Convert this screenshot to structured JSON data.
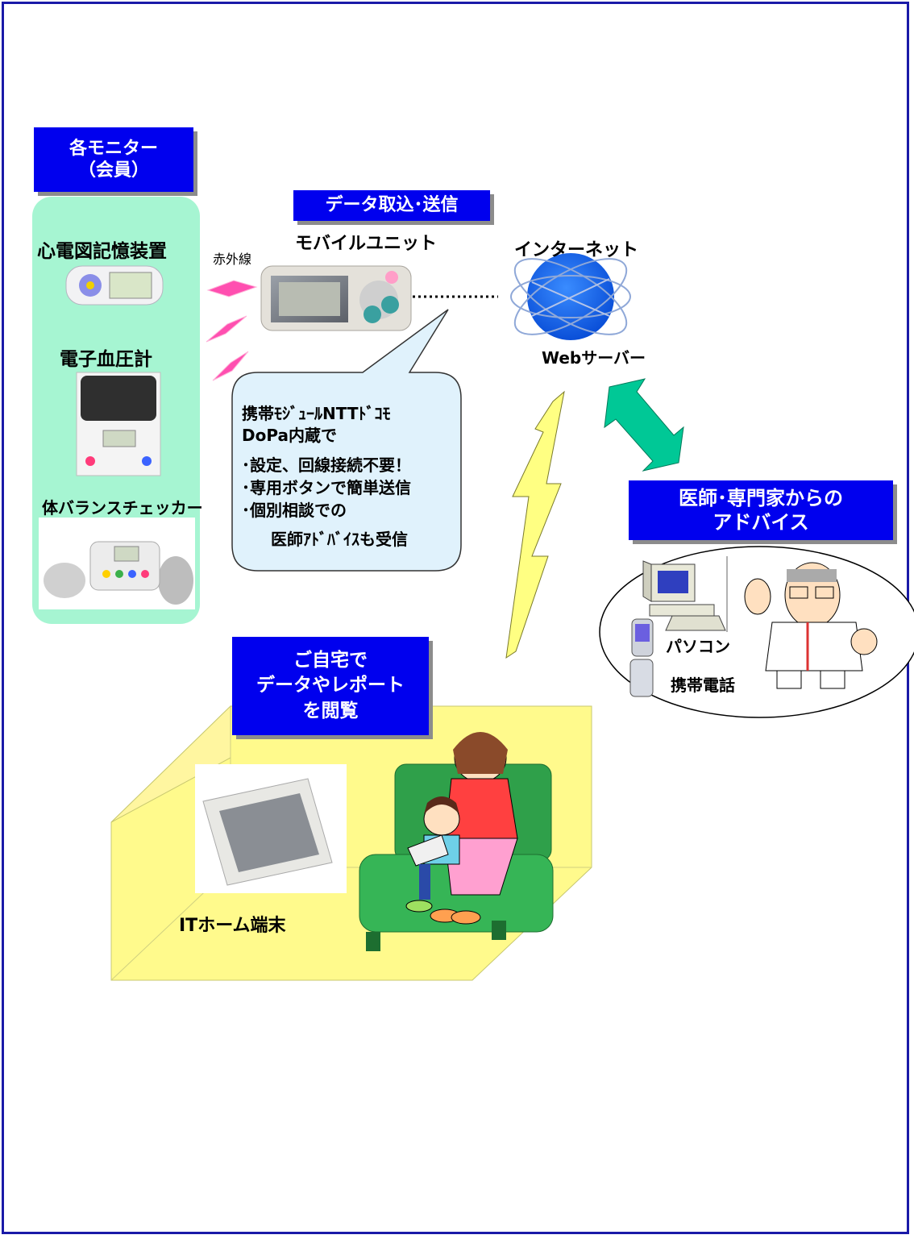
{
  "monitors": {
    "title_line1": "各モニター",
    "title_line2": "（会員）",
    "ecg_label": "心電図記憶装置",
    "bp_label": "電子血圧計",
    "balance_label": "体バランスチェッカー"
  },
  "infrared_label": "赤外線",
  "data_send": {
    "title": "データ取込･送信",
    "unit_label": "モバイルユニット"
  },
  "internet": {
    "label": "インターネット",
    "server_label": "Webサーバー"
  },
  "bubble": {
    "line1": "携帯ﾓｼﾞｭｰﾙNTTﾄﾞｺﾓ",
    "line2": "DoPa内蔵で",
    "line3": "･設定、回線接続不要！",
    "line4": "･専用ボタンで簡単送信",
    "line5": "･個別相談での",
    "line6": "医師ｱﾄﾞﾊﾞｲｽも受信"
  },
  "advice": {
    "title_line1": "医師･専門家からの",
    "title_line2": "アドバイス",
    "pc_label": "パソコン",
    "phone_label": "携帯電話"
  },
  "home": {
    "title_line1": "ご自宅で",
    "title_line2": "データやレポート",
    "title_line3": "を閲覧",
    "terminal_label": "ITホーム端末"
  },
  "colors": {
    "title_box": "#0000ee",
    "monitor_panel": "#a6f5d2",
    "globe": "#1e6cf2",
    "room": "#fffa8c",
    "arrow": "#00c896",
    "lightning": "#ffff82",
    "ir_beam": "#ff4fb0"
  }
}
